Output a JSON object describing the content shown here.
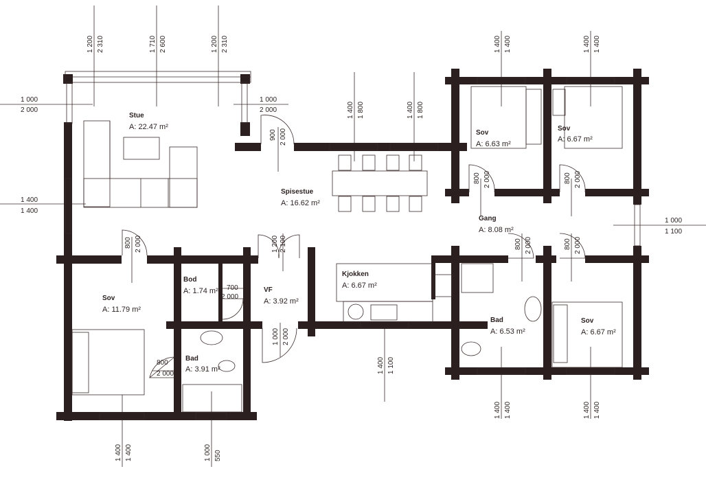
{
  "rooms": {
    "stue": {
      "name": "Stue",
      "area": "A: 22.47 m²"
    },
    "spisestue": {
      "name": "Spisestue",
      "area": "A: 16.62 m²"
    },
    "sov1": {
      "name": "Sov",
      "area": "A: 6.63 m²"
    },
    "sov2": {
      "name": "Sov",
      "area": "A: 6.67 m²"
    },
    "gang": {
      "name": "Gang",
      "area": "A: 8.08 m²"
    },
    "sov_big": {
      "name": "Sov",
      "area": "A: 11.79 m²"
    },
    "bod": {
      "name": "Bod",
      "area": "A: 1.74 m²"
    },
    "vf": {
      "name": "VF",
      "area": "A: 3.92 m²"
    },
    "kjokken": {
      "name": "Kjokken",
      "area": "A: 6.67 m²"
    },
    "bad_right": {
      "name": "Bad",
      "area": "A: 6.53 m²"
    },
    "sov3": {
      "name": "Sov",
      "area": "A: 6.67 m²"
    },
    "bad_left": {
      "name": "Bad",
      "area": "A: 3.91 m²"
    }
  },
  "dimensions": {
    "top_1": [
      "1 200",
      "2 310"
    ],
    "top_2": [
      "1 710",
      "2 600"
    ],
    "top_3": [
      "1 200",
      "2 310"
    ],
    "top_spise_1": [
      "1 400",
      "1 800"
    ],
    "top_spise_2": [
      "1 400",
      "1 800"
    ],
    "top_sov_1": [
      "1 400",
      "1 400"
    ],
    "top_sov_2": [
      "1 400",
      "1 400"
    ],
    "left_top": [
      "1 000",
      "2 000"
    ],
    "left_mid": [
      "1 400",
      "1 400"
    ],
    "stue_door": [
      "1 000",
      "2 000"
    ],
    "spise_door": [
      "900",
      "2 000"
    ],
    "sov_door_a": [
      "800",
      "2 000"
    ],
    "sov_door_b": [
      "800",
      "2 000"
    ],
    "right_window": [
      "1 000",
      "1 100"
    ],
    "sovbig_door": [
      "800",
      "2 000"
    ],
    "vf_top_door": [
      "1 200",
      "2 100"
    ],
    "bod_door": [
      "700",
      "2 000"
    ],
    "gang_door_a": [
      "800",
      "2 000"
    ],
    "gang_door_b": [
      "800",
      "2 000"
    ],
    "vf_door": [
      "1 000",
      "2 000"
    ],
    "bad_door": [
      "800",
      "2 000"
    ],
    "kitchen_window": [
      "1 400",
      "1 100"
    ],
    "bottom_sov": [
      "1 400",
      "1 400"
    ],
    "bottom_bad": [
      "1 000",
      "550"
    ],
    "bottom_right_1": [
      "1 400",
      "1 400"
    ],
    "bottom_right_2": [
      "1 400",
      "1 400"
    ]
  }
}
